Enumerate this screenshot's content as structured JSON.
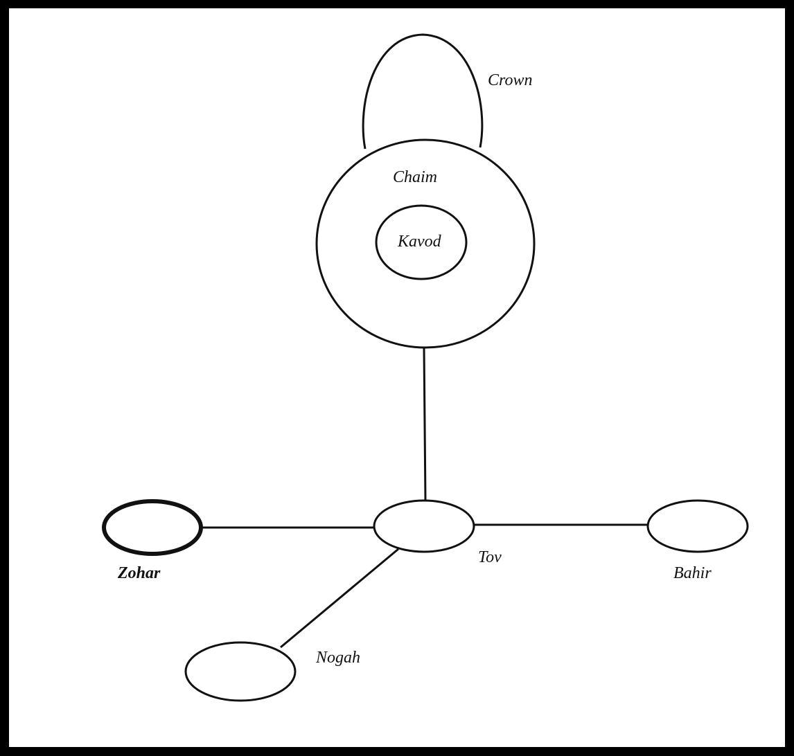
{
  "diagram": {
    "nodes": [
      {
        "id": "crown",
        "label": "Crown"
      },
      {
        "id": "chaim",
        "label": "Chaim"
      },
      {
        "id": "kavod",
        "label": "Kavod"
      },
      {
        "id": "tov",
        "label": "Tov"
      },
      {
        "id": "zohar",
        "label": "Zohar"
      },
      {
        "id": "bahir",
        "label": "Bahir"
      },
      {
        "id": "nogah",
        "label": "Nogah"
      }
    ],
    "edges": [
      {
        "from": "chaim",
        "to": "tov"
      },
      {
        "from": "tov",
        "to": "zohar"
      },
      {
        "from": "tov",
        "to": "bahir"
      },
      {
        "from": "tov",
        "to": "nogah"
      }
    ]
  }
}
